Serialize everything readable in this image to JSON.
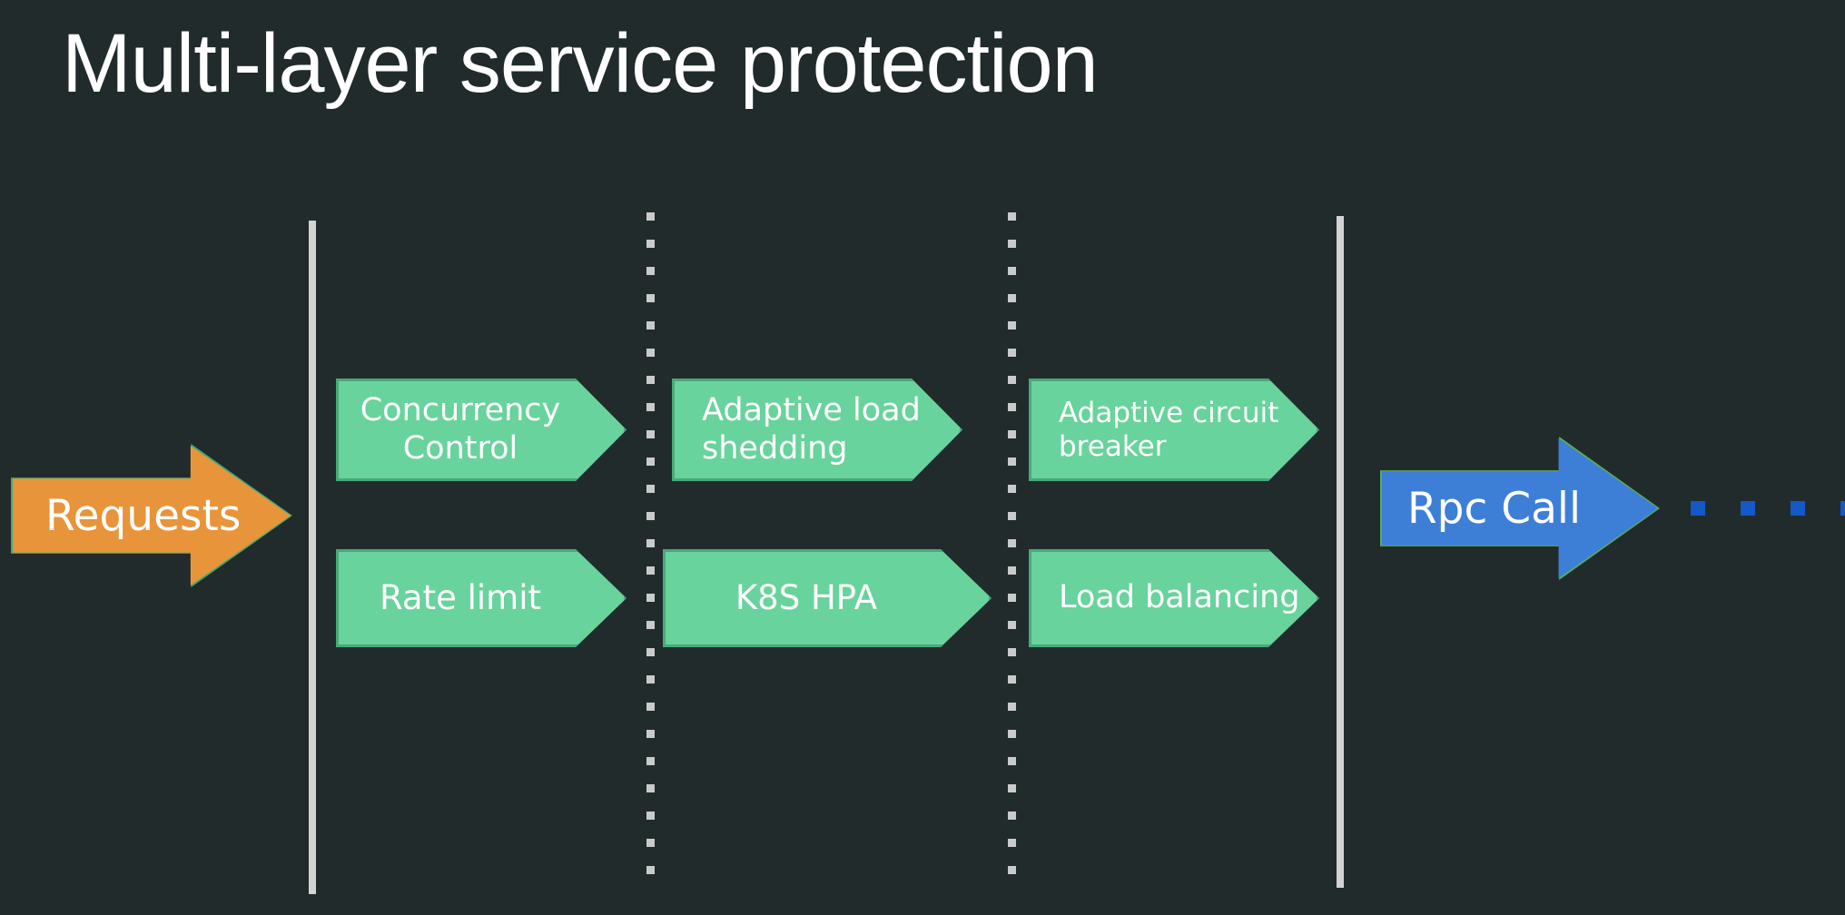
{
  "slide": {
    "title": "Multi-layer service protection",
    "background_color": "#212b2c",
    "title_color": "#ffffff"
  },
  "colors": {
    "stage_green": "#68d39c",
    "stage_green_border": "#4aa87a",
    "requests_orange": "#e8943a",
    "requests_border": "#3fa877",
    "rpc_blue": "#3d7fd6",
    "rpc_border": "#5aab5e",
    "separator_gray": "#d2d4d3",
    "dot_blue": "#1558c8"
  },
  "input_arrow": {
    "label": "Requests",
    "fill": "#e8943a",
    "border": "#3fa877"
  },
  "output_arrow": {
    "label": "Rpc Call",
    "fill": "#3d7fd6",
    "border": "#5aab5e"
  },
  "trailing_dots": {
    "count": 4,
    "color": "#1558c8"
  },
  "separators": [
    {
      "name": "boundary-left",
      "style": "solid"
    },
    {
      "name": "divider-1",
      "style": "dashed"
    },
    {
      "name": "divider-2",
      "style": "dashed"
    },
    {
      "name": "boundary-right",
      "style": "solid"
    }
  ],
  "layers": [
    {
      "name": "layer-1",
      "stages": [
        {
          "label": "Concurrency\nControl",
          "align": "center",
          "size": "md"
        },
        {
          "label": "Rate limit",
          "align": "center",
          "size": "lg"
        }
      ]
    },
    {
      "name": "layer-2",
      "stages": [
        {
          "label": "Adaptive load\nshedding",
          "align": "left",
          "size": "md"
        },
        {
          "label": "K8S HPA",
          "align": "center",
          "size": "lg"
        }
      ]
    },
    {
      "name": "layer-3",
      "stages": [
        {
          "label": "Adaptive circuit\nbreaker",
          "align": "left",
          "size": "sm"
        },
        {
          "label": "Load balancing",
          "align": "left",
          "size": "md"
        }
      ]
    }
  ],
  "stages_flat": {
    "concurrency_control": "Concurrency\nControl",
    "rate_limit": "Rate limit",
    "adaptive_load_shedding": "Adaptive load\nshedding",
    "k8s_hpa": "K8S HPA",
    "adaptive_circuit_breaker": "Adaptive circuit\nbreaker",
    "load_balancing": "Load balancing"
  }
}
